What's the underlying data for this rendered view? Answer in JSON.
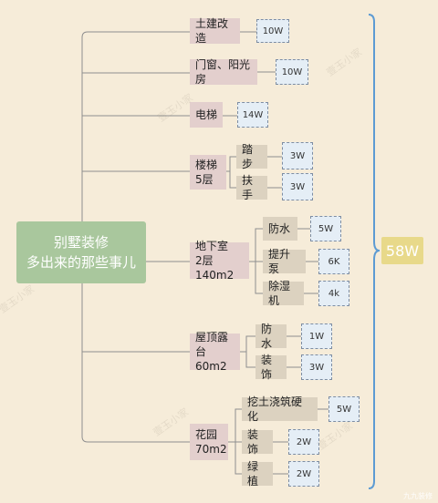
{
  "root": {
    "line1": "别墅装修",
    "line2": "多出来的那些事儿"
  },
  "total": "58W",
  "branches": [
    {
      "label": "土建改造",
      "cost": "10W"
    },
    {
      "label": "门窗、阳光房",
      "cost": "10W"
    },
    {
      "label": "电梯",
      "cost": "14W"
    },
    {
      "label1": "楼梯",
      "label2": "5层",
      "items": [
        {
          "label": "踏步",
          "cost": "3W"
        },
        {
          "label": "扶手",
          "cost": "3W"
        }
      ]
    },
    {
      "label1": "地下室",
      "label2": "2层140m2",
      "items": [
        {
          "label": "防水",
          "cost": "5W"
        },
        {
          "label": "提升泵",
          "cost": "6K"
        },
        {
          "label": "除湿机",
          "cost": "4k"
        }
      ]
    },
    {
      "label1": "屋顶露台",
      "label2": "60m2",
      "items": [
        {
          "label": "防水",
          "cost": "1W"
        },
        {
          "label": "装饰",
          "cost": "3W"
        }
      ]
    },
    {
      "label1": "花园",
      "label2": "70m2",
      "items": [
        {
          "label": "挖土浇筑硬化",
          "cost": "5W"
        },
        {
          "label": "装饰",
          "cost": "2W"
        },
        {
          "label": "绿植",
          "cost": "2W"
        }
      ]
    }
  ],
  "watermark": "壹玉小家",
  "site": "九九装修"
}
